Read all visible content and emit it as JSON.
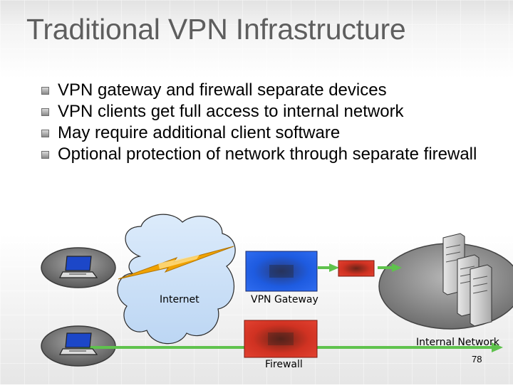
{
  "slide": {
    "title": "Traditional VPN Infrastructure",
    "bullets": [
      "VPN gateway and firewall separate devices",
      "VPN clients get full access to internal network",
      "May require additional client software",
      "Optional protection of network through separate firewall"
    ],
    "page_number": "78"
  },
  "diagram": {
    "labels": {
      "internet": "Internet",
      "vpn_gateway": "VPN Gateway",
      "firewall": "Firewall",
      "internal_network": "Internal Network"
    },
    "colors": {
      "cloud": "#cfe3f8",
      "vpn_gateway_box": "#1b4fd6",
      "firewall_box": "#d42a1a",
      "green_link": "#5fc24d",
      "lightning": "#f0a200",
      "internal_network_disk": "#8d8d8d"
    },
    "icons": [
      "laptop-icon",
      "server-icon",
      "lightning-icon",
      "cloud-icon"
    ]
  }
}
